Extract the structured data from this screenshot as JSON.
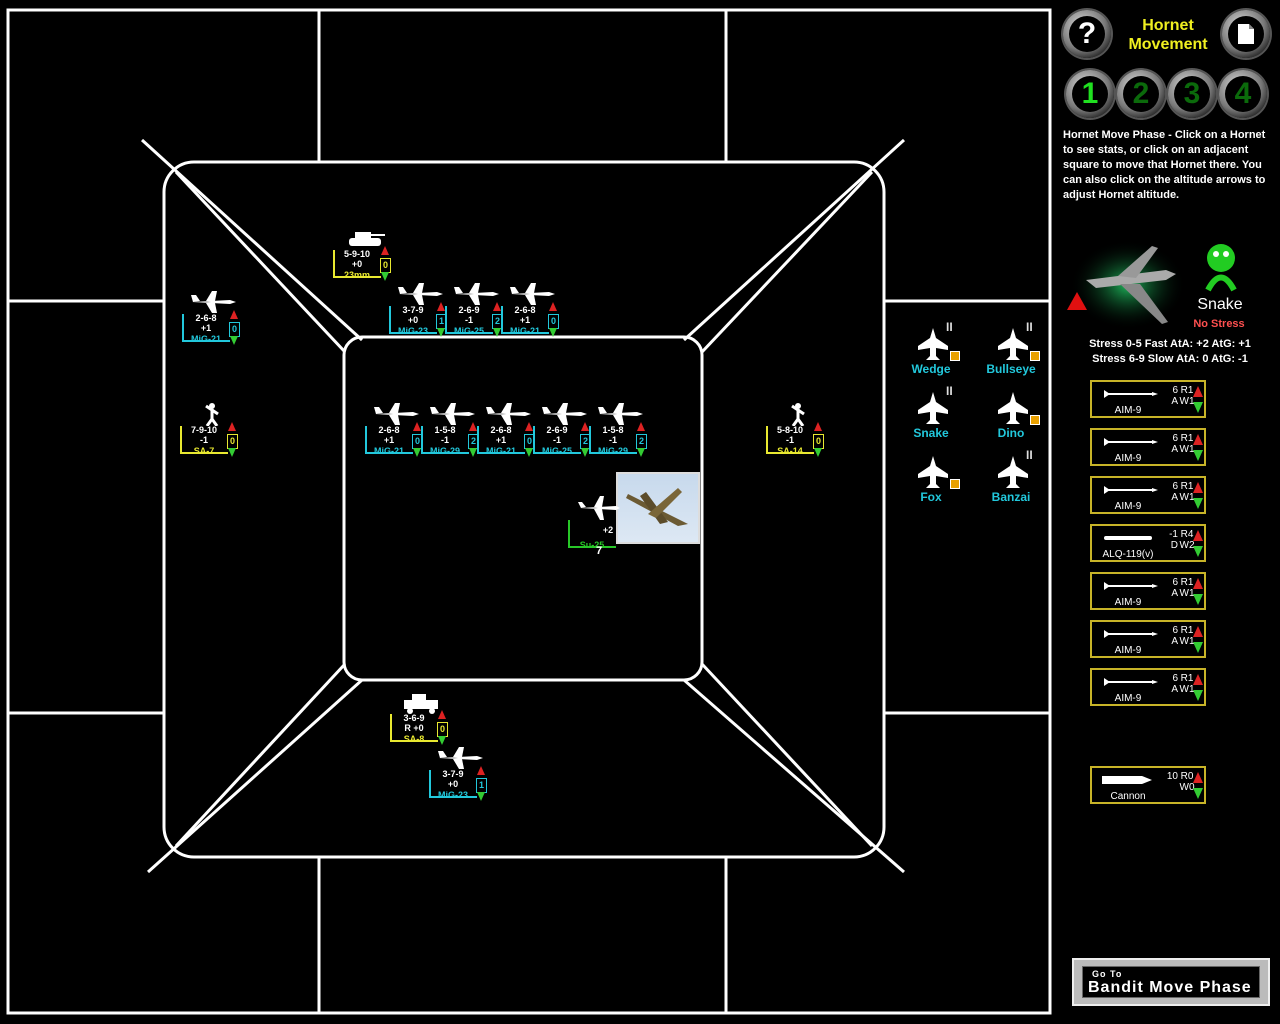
{
  "header": {
    "title_line1": "Hornet",
    "title_line2": "Movement"
  },
  "buttons": {
    "help": "?",
    "pilot_numbers": [
      "1",
      "2",
      "3",
      "4"
    ]
  },
  "instructions": "Hornet Move Phase - Click on a Hornet to see stats, or click on an adjacent square to move that Hornet there. You can also click on the altitude arrows to adjust Hornet altitude.",
  "pilot": {
    "name": "Snake",
    "stress_status": "No Stress",
    "stress_line1": "Stress 0-5 Fast AtA: +2 AtG: +1",
    "stress_line2": "Stress 6-9 Slow AtA: 0 AtG: -1"
  },
  "squadron": [
    {
      "name": "Wedge",
      "marks": "II",
      "flag": true
    },
    {
      "name": "Bullseye",
      "marks": "II",
      "flag": true
    },
    {
      "name": "Snake",
      "marks": "II",
      "flag": false
    },
    {
      "name": "Dino",
      "marks": "",
      "flag": true
    },
    {
      "name": "Fox",
      "marks": "",
      "flag": true
    },
    {
      "name": "Banzai",
      "marks": "II",
      "flag": false
    }
  ],
  "weapons": [
    {
      "name": "AIM-9",
      "col1": "6\nA",
      "col2": "R1\nW1"
    },
    {
      "name": "AIM-9",
      "col1": "6\nA",
      "col2": "R1\nW1"
    },
    {
      "name": "AIM-9",
      "col1": "6\nA",
      "col2": "R1\nW1"
    },
    {
      "name": "ALQ-119(v)",
      "col1": "-1\nD",
      "col2": "R4\nW2"
    },
    {
      "name": "AIM-9",
      "col1": "6\nA",
      "col2": "R1\nW1"
    },
    {
      "name": "AIM-9",
      "col1": "6\nA",
      "col2": "R1\nW1"
    },
    {
      "name": "AIM-9",
      "col1": "6\nA",
      "col2": "R1\nW1"
    }
  ],
  "cannon": {
    "name": "Cannon",
    "col1": "10",
    "col2": "R0\nW0"
  },
  "goto_button": {
    "small": "Go To",
    "big": "Bandit Move Phase"
  },
  "units": [
    {
      "name": "23mm",
      "stats": "5-9-10\n+0",
      "alt": "0",
      "kind": "tank",
      "color": "yellow"
    },
    {
      "name": "MiG-21",
      "stats": "2-6-8\n+1",
      "alt": "0",
      "kind": "jet",
      "color": "cyan"
    },
    {
      "name": "MiG-23",
      "stats": "3-7-9\n+0",
      "alt": "1",
      "kind": "jet",
      "color": "cyan"
    },
    {
      "name": "MiG-25",
      "stats": "2-6-9\n-1",
      "alt": "2",
      "kind": "jet",
      "color": "cyan"
    },
    {
      "name": "MiG-21",
      "stats": "2-6-8\n+1",
      "alt": "0",
      "kind": "jet",
      "color": "cyan"
    },
    {
      "name": "SA-7",
      "stats": "7-9-10\n-1",
      "alt": "0",
      "kind": "soldier",
      "color": "yellow"
    },
    {
      "name": "MiG-21",
      "stats": "2-6-8\n+1",
      "alt": "0",
      "kind": "jet",
      "color": "cyan"
    },
    {
      "name": "MiG-29",
      "stats": "1-5-8\n-1",
      "alt": "2",
      "kind": "jet",
      "color": "cyan"
    },
    {
      "name": "MiG-21",
      "stats": "2-6-8\n+1",
      "alt": "0",
      "kind": "jet",
      "color": "cyan"
    },
    {
      "name": "MiG-25",
      "stats": "2-6-9\n-1",
      "alt": "2",
      "kind": "jet",
      "color": "cyan"
    },
    {
      "name": "MiG-29",
      "stats": "1-5-8\n-1",
      "alt": "2",
      "kind": "jet",
      "color": "cyan"
    },
    {
      "name": "SA-14",
      "stats": "5-8-10\n-1",
      "alt": "0",
      "kind": "soldier",
      "color": "yellow"
    },
    {
      "name": "SA-8",
      "stats": "3-6-9\nR +0",
      "alt": "0",
      "kind": "truck",
      "color": "yellow"
    },
    {
      "name": "MiG-23",
      "stats": "3-7-9\n+0",
      "alt": "1",
      "kind": "jet",
      "color": "cyan"
    }
  ],
  "su25": {
    "name": "Su-25",
    "mod": "+2",
    "count": "7"
  }
}
